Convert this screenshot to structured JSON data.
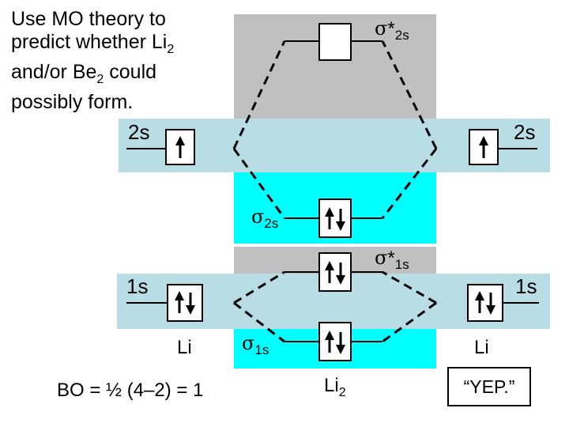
{
  "prompt": {
    "line1": "Use MO theory to",
    "line2_pre": "predict whether Li",
    "line2_sub": "2",
    "line3_pre": "and/or Be",
    "line3_sub": "2",
    "line3_post": " could",
    "line4": "possibly form."
  },
  "atom_left": {
    "label_2s": "2s",
    "label_1s": "1s",
    "name": "Li",
    "orb_2s": "↑",
    "orb_1s": "↑↓"
  },
  "atom_right": {
    "label_2s": "2s",
    "label_1s": "1s",
    "name": "Li",
    "orb_2s": "↑",
    "orb_1s": "↑↓"
  },
  "molecular_orbitals": {
    "sigma_star_2s": {
      "greek": "σ",
      "star": "*",
      "sub": "2s",
      "electrons": ""
    },
    "sigma_2s": {
      "greek": "σ",
      "sub": "2s",
      "electrons": "↑↓"
    },
    "sigma_star_1s": {
      "greek": "σ",
      "star": "*",
      "sub": "1s",
      "electrons": "↑↓"
    },
    "sigma_1s": {
      "greek": "σ",
      "sub": "1s",
      "electrons": "↑↓"
    }
  },
  "molecule": {
    "name": "Li",
    "sub": "2"
  },
  "bond_order": "BO = ½ (4–2) = 1",
  "answer": "“YEP.”",
  "colors": {
    "antibonding_panel": "#c0c0c0",
    "bonding_panel": "#00ffff",
    "atomic_band": "#b9dde4"
  }
}
